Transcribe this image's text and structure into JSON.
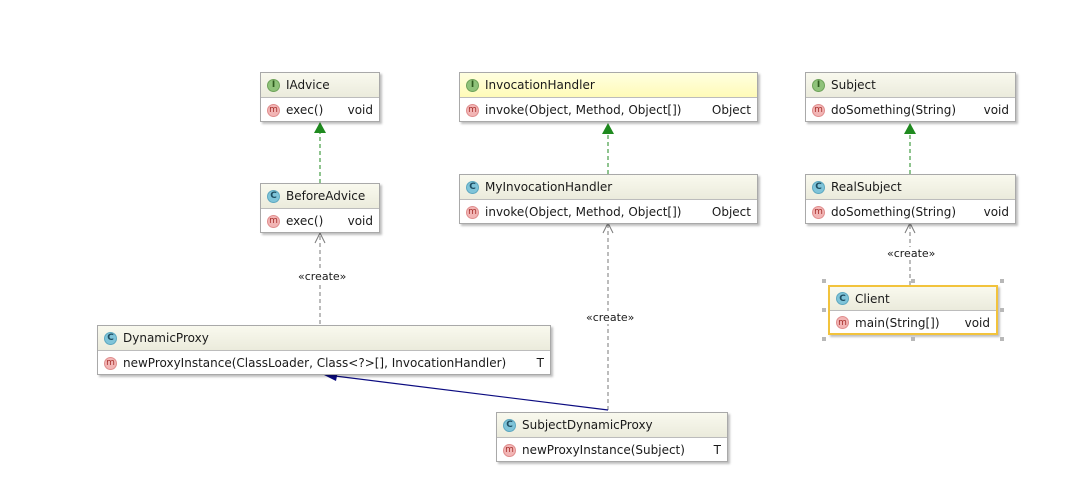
{
  "classes": {
    "iadvice": {
      "name": "IAdvice",
      "kind": "I",
      "method": "exec()",
      "ret": "void"
    },
    "before_advice": {
      "name": "BeforeAdvice",
      "kind": "C",
      "method": "exec()",
      "ret": "void"
    },
    "invocation_handler": {
      "name": "InvocationHandler",
      "kind": "I",
      "method": "invoke(Object, Method, Object[])",
      "ret": "Object"
    },
    "my_invocation_handler": {
      "name": "MyInvocationHandler",
      "kind": "C",
      "method": "invoke(Object, Method, Object[])",
      "ret": "Object"
    },
    "subject": {
      "name": "Subject",
      "kind": "I",
      "method": "doSomething(String)",
      "ret": "void"
    },
    "real_subject": {
      "name": "RealSubject",
      "kind": "C",
      "method": "doSomething(String)",
      "ret": "void"
    },
    "client": {
      "name": "Client",
      "kind": "C",
      "method": "main(String[])",
      "ret": "void"
    },
    "dynamic_proxy": {
      "name": "DynamicProxy",
      "kind": "C",
      "method": "newProxyInstance(ClassLoader, Class<?>[], InvocationHandler)",
      "ret": "T"
    },
    "subject_dynamic_proxy": {
      "name": "SubjectDynamicProxy",
      "kind": "C",
      "method": "newProxyInstance(Subject)",
      "ret": "T"
    }
  },
  "method_badge": "m",
  "labels": {
    "create_1": "«create»",
    "create_2": "«create»",
    "create_3": "«create»"
  },
  "colors": {
    "realization_arrow": "#1f8a1f",
    "inheritance_arrow": "#0b0b80",
    "dependency_line": "#7a7a7a",
    "selection": "#f2c33c"
  }
}
